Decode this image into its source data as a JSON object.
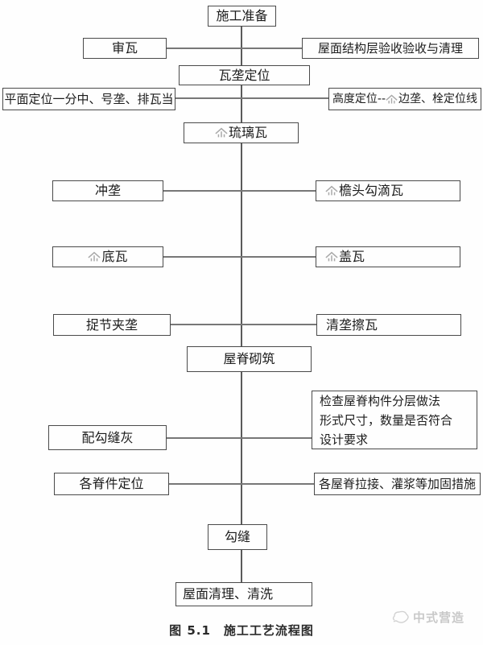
{
  "figure": {
    "caption": "图 5.1　施工工艺流程图",
    "watermark_text": "中式营造"
  },
  "icons": {
    "house_glyph": "house-logo-glyph",
    "watermark_logo": "zhongshi-yingzao-logo"
  },
  "colors": {
    "box_border": "#4a4a4a",
    "connector_line": "#777777",
    "text": "#1c1c1c",
    "house_glyph": "#a9a9a9",
    "watermark": "#c9c9c9",
    "background": "#fefefe"
  },
  "nodes": {
    "prep": {
      "label": "施工准备"
    },
    "shenwa": {
      "label": "审瓦"
    },
    "yanshou": {
      "label": "屋面结构层验收验收与清理"
    },
    "walong": {
      "label": "瓦垄定位"
    },
    "pingmian": {
      "label": "平面定位一分中、号垄、排瓦当"
    },
    "gaodu": {
      "prefix": "高度定位--",
      "suffix": "边垄、栓定位线"
    },
    "liuliwa": {
      "suffix": "琉璃瓦"
    },
    "chonglong": {
      "label": "冲垄"
    },
    "yantou": {
      "suffix": "檐头勾滴瓦"
    },
    "diwa": {
      "suffix": "底瓦"
    },
    "gaiwa": {
      "suffix": "盖瓦"
    },
    "zhuojie": {
      "label": "捉节夹垄"
    },
    "qinglong": {
      "label": "清垄擦瓦"
    },
    "wuji": {
      "label": "屋脊砌筑"
    },
    "jiancha": {
      "label": "检查屋脊构件分层做法\n形式尺寸，数量是否符合\n设计要求"
    },
    "peigou": {
      "label": "配勾缝灰"
    },
    "gejijian": {
      "label": "各脊件定位"
    },
    "gewuji": {
      "label": "各屋脊拉接、灌浆等加固措施"
    },
    "goufeng": {
      "label": "勾缝"
    },
    "qingli": {
      "label": "屋面清理、清洗"
    }
  }
}
